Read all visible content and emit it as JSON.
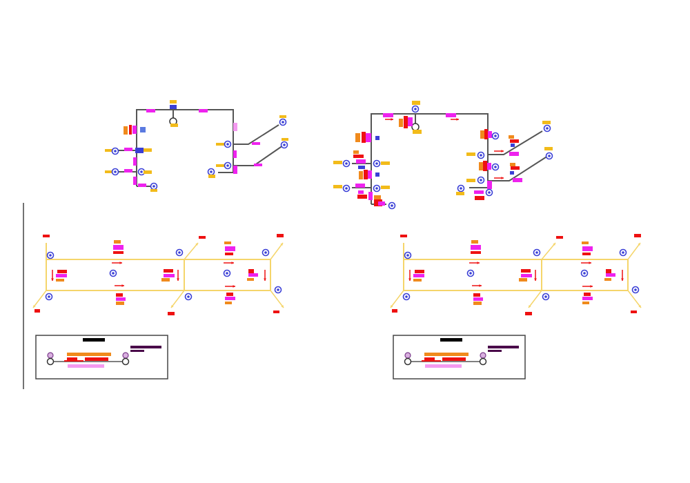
{
  "colors": {
    "background": "#ffffff",
    "pipe": "#555555",
    "duct": "#f5d56a",
    "node": "#3a3fd6",
    "magenta": "#ee22ee",
    "orange": "#f08a1c",
    "red": "#ee1111",
    "yellow": "#f2bb1a",
    "dark_purple": "#4a0a4a",
    "pink": "#f49af0",
    "frame": "#444444",
    "black": "#000000"
  },
  "diagrams": [
    {
      "name": "pipe-network-left"
    },
    {
      "name": "pipe-network-right"
    },
    {
      "name": "duct-layout-left"
    },
    {
      "name": "duct-layout-right"
    },
    {
      "name": "legend-box-left"
    },
    {
      "name": "legend-box-right"
    }
  ]
}
